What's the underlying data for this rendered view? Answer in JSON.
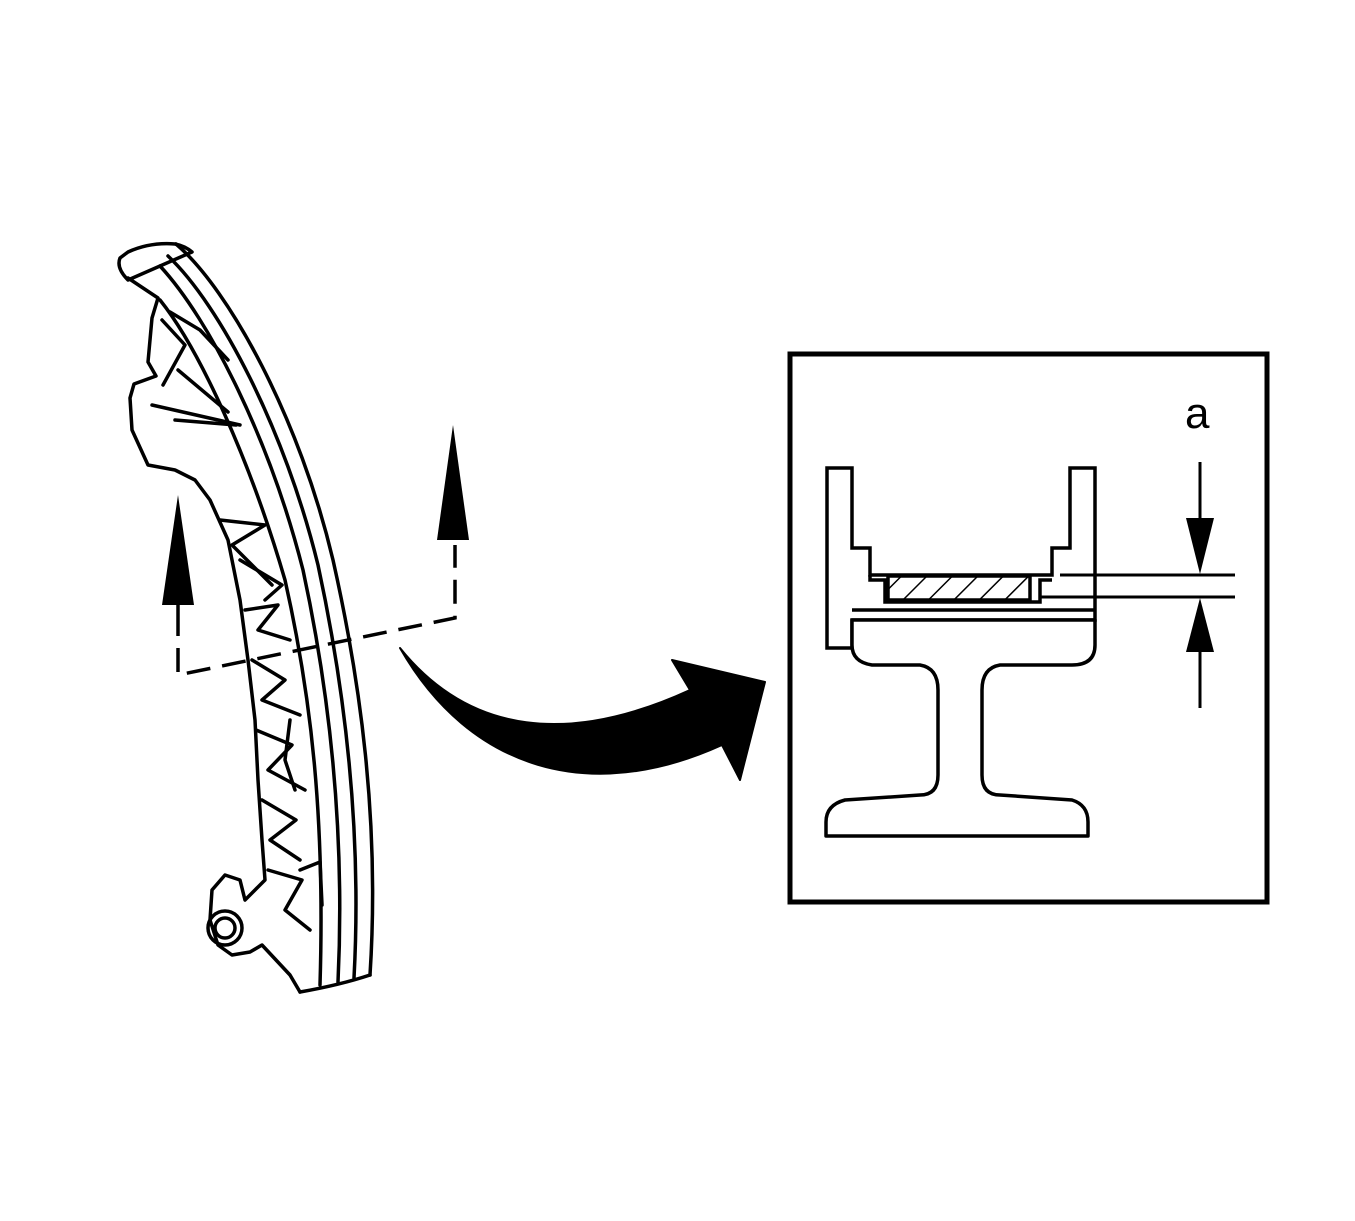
{
  "diagram": {
    "dimension_label": "a",
    "line_color": "#000000",
    "background_color": "#ffffff",
    "icons": {
      "guide": "chain-guide-rail",
      "section_arrows": "section-view-arrows",
      "callout_arrow": "curved-callout-arrow",
      "detail": "cross-section-detail",
      "wear_layer": "hatched-wear-pad"
    }
  }
}
